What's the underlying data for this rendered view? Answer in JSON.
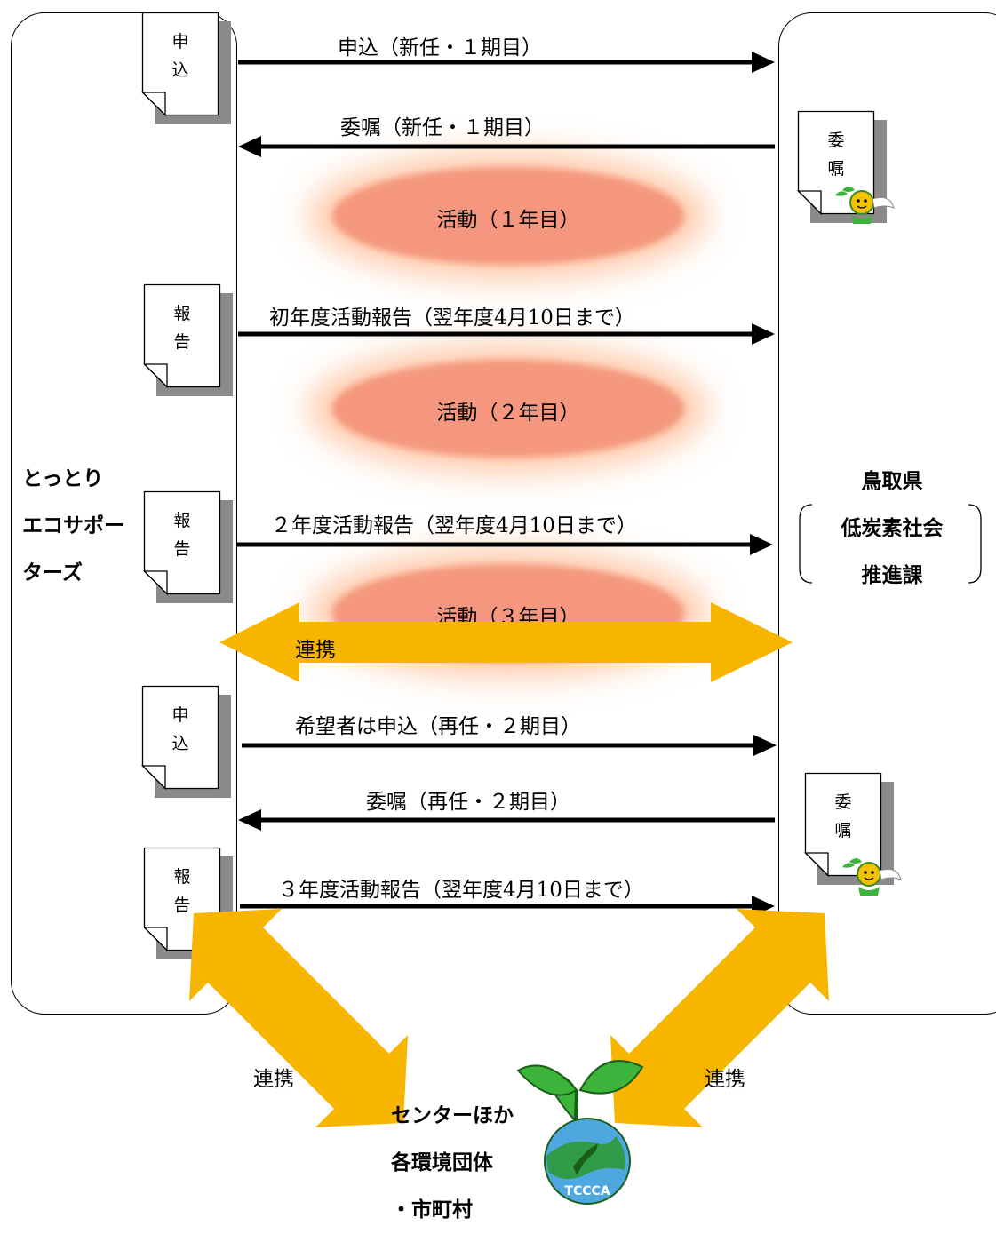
{
  "left_entity": {
    "lines": [
      "とっとり",
      "エコサポー",
      "ターズ"
    ]
  },
  "right_entity": {
    "lines": [
      "鳥取県",
      "低炭素社会",
      "推進課"
    ]
  },
  "bottom_entity": {
    "lines": [
      "センターほか",
      "各環境団体",
      "・市町村"
    ]
  },
  "logo": {
    "text": "TCCCA"
  },
  "docs": {
    "apply1": [
      "申",
      "込"
    ],
    "report1": [
      "報",
      "告"
    ],
    "report2": [
      "報",
      "告"
    ],
    "apply2": [
      "申",
      "込"
    ],
    "report3": [
      "報",
      "告"
    ],
    "commission1": [
      "委",
      "嘱"
    ],
    "commission2": [
      "委",
      "嘱"
    ]
  },
  "flows": {
    "apply_new": "申込（新任・１期目）",
    "commission_new": "委嘱（新任・１期目）",
    "report_first": "初年度活動報告（翌年度4月10日まで）",
    "report_second": "２年度活動報告（翌年度4月10日まで）",
    "apply_reappoint": "希望者は申込（再任・２期目）",
    "commission_reappoint": "委嘱（再任・２期目）",
    "report_third": "３年度活動報告（翌年度4月10日まで）"
  },
  "activities": {
    "year1": "活動（１年目）",
    "year2": "活動（２年目）",
    "year3": "活動（３年目）"
  },
  "cooperation": {
    "horizontal": "連携",
    "left_diagonal": "連携",
    "right_diagonal": "連携"
  },
  "colors": {
    "arrow": "#000000",
    "cooperation_arrow": "#f7b500",
    "activity_core": "#f4977e",
    "activity_glow": "#ffd8c2",
    "sprout_leaf": "#3cb33a",
    "globe": "#4fa7e0"
  }
}
